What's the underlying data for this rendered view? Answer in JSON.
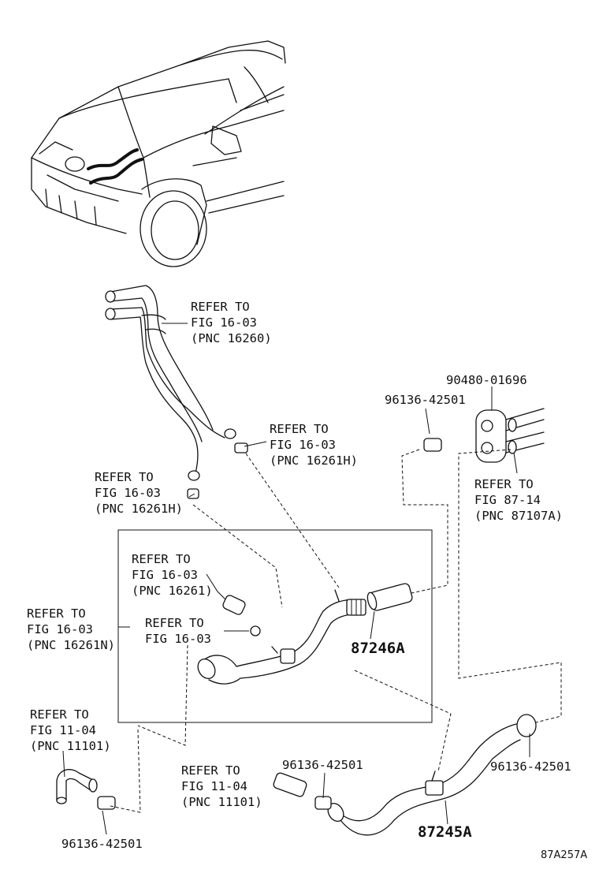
{
  "labels": {
    "ref_upper_hose": [
      "REFER TO",
      "FIG 16-03",
      "(PNC 16260)"
    ],
    "ref_clamp_right": [
      "REFER TO",
      "FIG 16-03",
      "(PNC 16261H)"
    ],
    "ref_clamp_left": [
      "REFER TO",
      "FIG 16-03",
      "(PNC 16261H)"
    ],
    "ref_joint": [
      "REFER TO",
      "FIG 16-03",
      "(PNC 16261)"
    ],
    "ref_clip": [
      "REFER TO",
      "FIG 16-03"
    ],
    "ref_left_box": [
      "REFER TO",
      "FIG 16-03",
      "(PNC 16261N)"
    ],
    "ref_grommet_pipe": [
      "REFER TO",
      "FIG 87-14",
      "(PNC 87107A)"
    ],
    "ref_engine_left": [
      "REFER TO",
      "FIG 11-04",
      "(PNC 11101)"
    ],
    "ref_engine_center": [
      "REFER TO",
      "FIG 11-04",
      "(PNC 11101)"
    ]
  },
  "parts": {
    "grommet": "90480-01696",
    "clamp_top": "96136-42501",
    "clamp_right": "96136-42501",
    "clamp_center": "96136-42501",
    "clamp_left": "96136-42501",
    "hose_upper": "87246A",
    "hose_lower": "87245A"
  },
  "reference_code": "87A257A"
}
